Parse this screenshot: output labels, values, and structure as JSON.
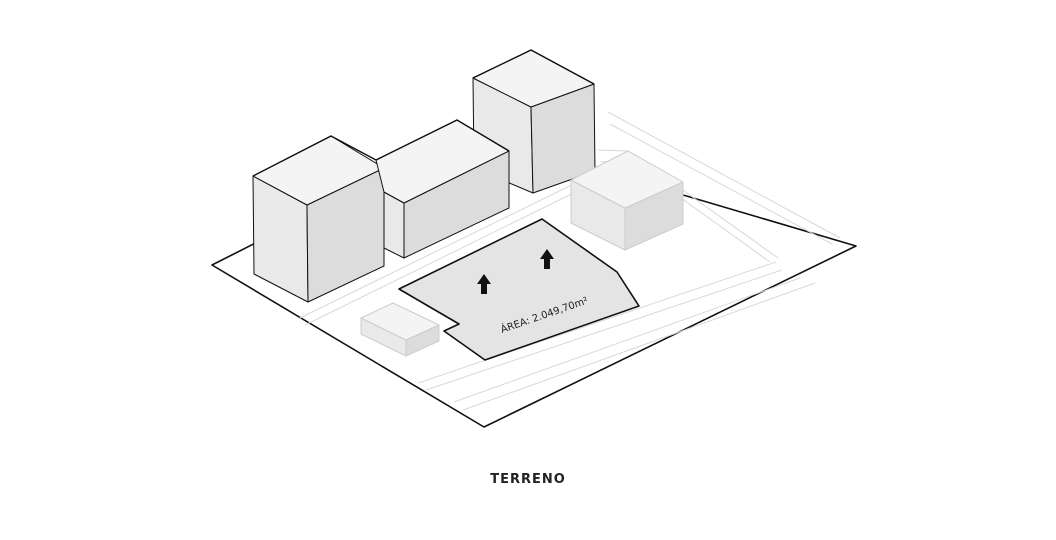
{
  "diagram": {
    "plot_area_label": "ÁREA: 2.049,70m²",
    "caption": "TERRENO",
    "arrow_count": 2
  },
  "colors": {
    "outline": "#111111",
    "building_top": "#f4f4f4",
    "building_left": "#e9e9e9",
    "building_right": "#dcdcdc",
    "plot_fill": "#e4e4e4",
    "road_line": "#d8d8d8",
    "background": "#ffffff"
  },
  "icons": [
    "up-arrow-icon",
    "up-arrow-icon"
  ]
}
